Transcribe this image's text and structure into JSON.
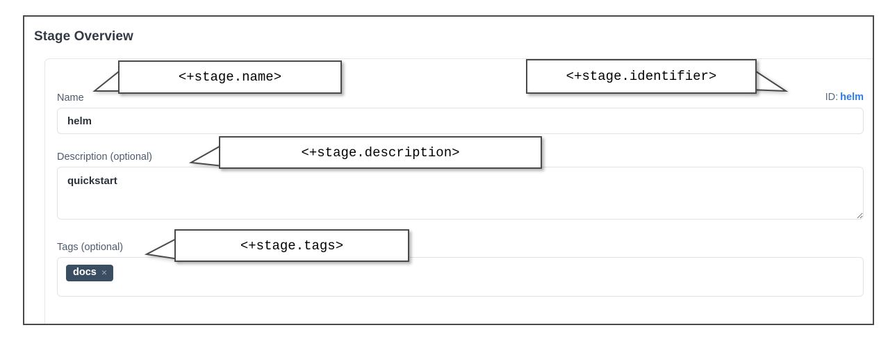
{
  "panel": {
    "title": "Stage Overview"
  },
  "form": {
    "name": {
      "label": "Name",
      "value": "helm",
      "placeholder": ""
    },
    "identifier": {
      "prefix_label": "ID:",
      "value": "helm"
    },
    "description": {
      "label": "Description (optional)",
      "value": "quickstart",
      "placeholder": ""
    },
    "tags": {
      "label": "Tags (optional)",
      "chips": [
        {
          "label": "docs",
          "close_icon": "×"
        }
      ]
    }
  },
  "callouts": {
    "name": "<+stage.name>",
    "identifier": "<+stage.identifier>",
    "description": "<+stage.description>",
    "tags": "<+stage.tags>"
  },
  "colors": {
    "panel_border": "#4a4a4a",
    "heading": "#333a45",
    "label": "#4f5b6d",
    "id_link": "#2f7ced",
    "input_border": "#dfe3e8",
    "tag_chip_bg": "#3a4d61",
    "tag_chip_text": "#ffffff",
    "tag_chip_close": "#9aa7b4",
    "callout_border": "#4a4a4a"
  }
}
